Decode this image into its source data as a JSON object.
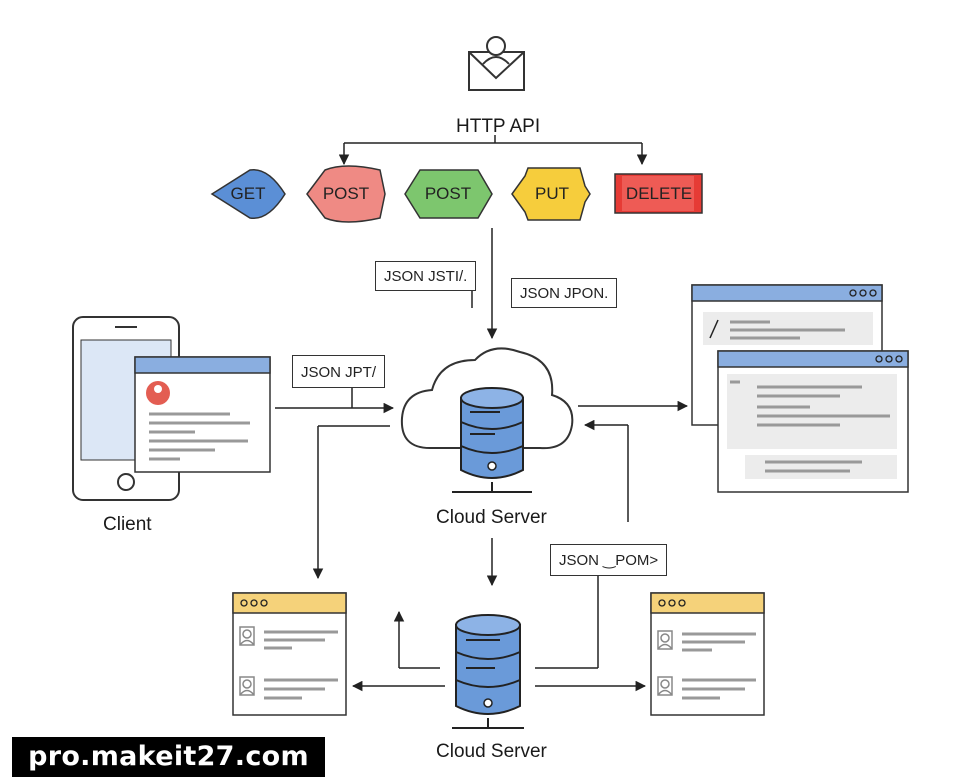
{
  "header": {
    "title": "HTTP API",
    "icon": "envelope-user-icon"
  },
  "methods": [
    {
      "label": "GET",
      "color": "#5b8fd6"
    },
    {
      "label": "POST",
      "color": "#ef8a84"
    },
    {
      "label": "POST",
      "color": "#7dc66e"
    },
    {
      "label": "PUT",
      "color": "#f6cd3c"
    },
    {
      "label": "DELETE",
      "color": "#e63b35"
    }
  ],
  "json_labels": {
    "top_left": "JSON JSTI/.",
    "top_right": "JSON JPON.",
    "client": "JSON JPT/",
    "lower": "JSON ‿POM>"
  },
  "nodes": {
    "client": "Client",
    "cloud_server": "Cloud Server",
    "db_server": "Cloud Server"
  },
  "watermark": "pro.makeit27.com",
  "colors": {
    "db_blue": "#6a9ad9",
    "window_blue": "#8aaee0",
    "window_yellow": "#f5d27a",
    "avatar_red": "#e04b3f"
  }
}
